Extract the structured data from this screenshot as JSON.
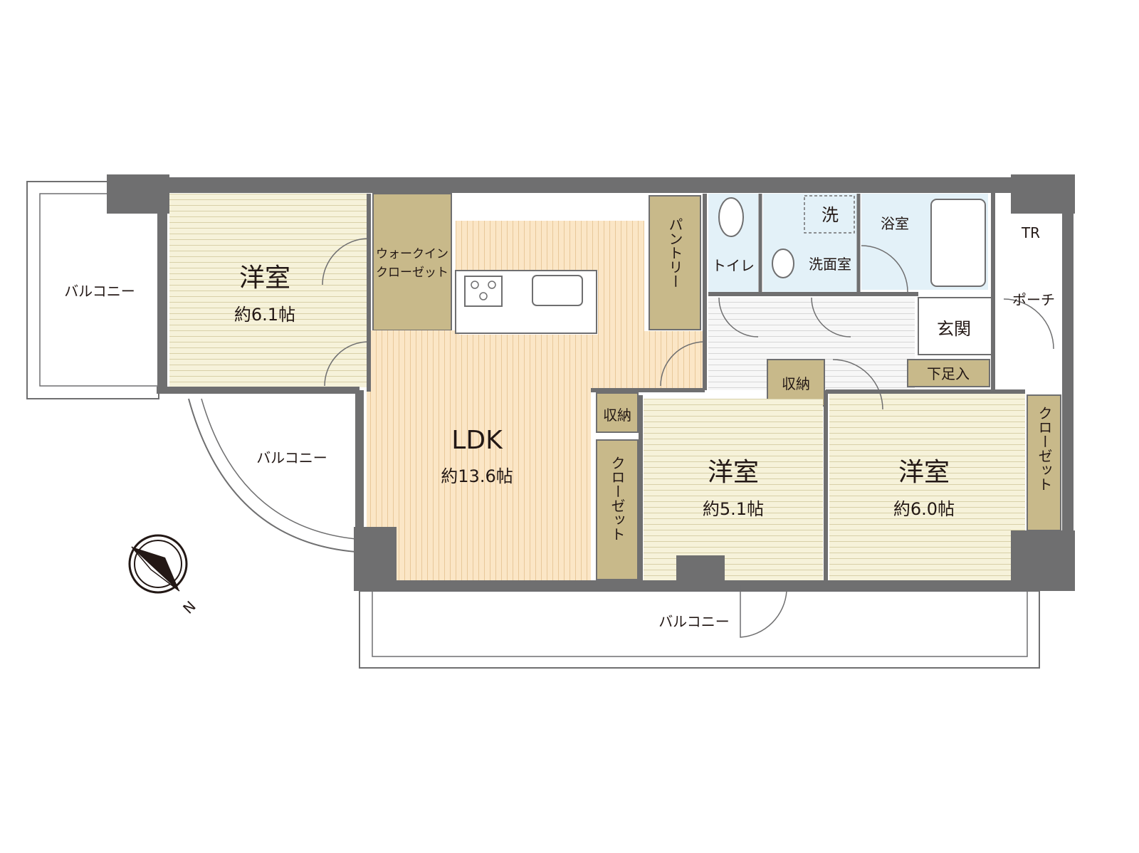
{
  "rooms": {
    "western1": {
      "name": "洋室",
      "size": "約6.1帖"
    },
    "western2": {
      "name": "洋室",
      "size": "約5.1帖"
    },
    "western3": {
      "name": "洋室",
      "size": "約6.0帖"
    },
    "ldk": {
      "name": "LDK",
      "size": "約13.6帖"
    }
  },
  "labels": {
    "walkin_line1": "ウォークイン",
    "walkin_line2": "クローゼット",
    "pantry": "パントリー",
    "toilet": "トイレ",
    "wash": "洗",
    "washroom": "洗面室",
    "bath": "浴室",
    "tr": "TR",
    "porch": "ポーチ",
    "entrance": "玄関",
    "shoe_storage": "下足入",
    "storage_hall": "収納",
    "storage_ldk": "収納",
    "closet_ldk": "クローゼット",
    "closet_right": "クローゼット",
    "balcony_west": "バルコニー",
    "balcony_curved": "バルコニー",
    "balcony_south": "バルコニー",
    "north": "N"
  },
  "colors": {
    "wall": "#6f6f70",
    "western_floor": "#f6f2da",
    "ldk_floor": "#fbe6c6",
    "closet": "#c8b98a",
    "wet_area": "#e3f1f8",
    "hall": "#f4f4f4"
  }
}
